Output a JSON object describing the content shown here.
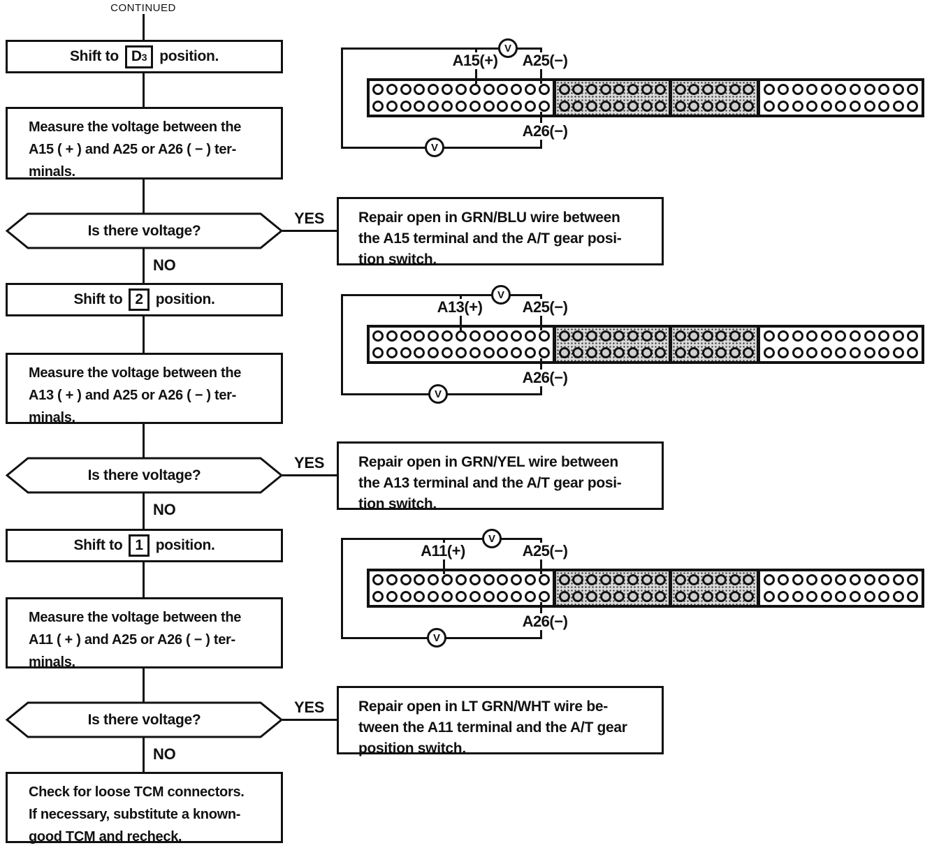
{
  "colors": {
    "ink": "#111111",
    "background": "#ffffff",
    "hatch_fill": "#d9d9d9"
  },
  "header": {
    "continued_label": "CONTINUED"
  },
  "steps": {
    "shift": [
      {
        "prefix": "Shift to",
        "gear_main": "D",
        "gear_sub": "3",
        "suffix": "position."
      },
      {
        "prefix": "Shift to",
        "gear_main": "2",
        "gear_sub": "",
        "suffix": "position."
      },
      {
        "prefix": "Shift to",
        "gear_main": "1",
        "gear_sub": "",
        "suffix": "position."
      }
    ],
    "measure": [
      {
        "lines": [
          "Measure the voltage between the",
          "A15 ( + ) and A25 or A26 ( − ) ter-",
          "minals."
        ]
      },
      {
        "lines": [
          "Measure the voltage between the",
          "A13 ( + ) and A25 or A26 ( − ) ter-",
          "minals."
        ]
      },
      {
        "lines": [
          "Measure the voltage between the",
          "A11 ( + ) and A25 or A26 ( − ) ter-",
          "minals."
        ]
      }
    ],
    "repair": [
      {
        "lines": [
          "Repair open in GRN/BLU wire between",
          "the A15 terminal and the A/T gear posi-",
          "tion switch."
        ]
      },
      {
        "lines": [
          "Repair open in GRN/YEL wire between",
          "the A13 terminal and the A/T gear posi-",
          "tion switch."
        ]
      },
      {
        "lines": [
          "Repair open in LT GRN/WHT wire be-",
          "tween the A11 terminal and the A/T gear",
          "position switch."
        ]
      }
    ],
    "final": {
      "lines": [
        "Check for loose TCM connectors.",
        "If necessary, substitute a known-",
        "good TCM and recheck."
      ]
    }
  },
  "decisions": [
    {
      "question": "Is there voltage?",
      "yes_label": "YES",
      "no_label": "NO"
    },
    {
      "question": "Is there voltage?",
      "yes_label": "YES",
      "no_label": "NO"
    },
    {
      "question": "Is there voltage?",
      "yes_label": "YES",
      "no_label": "NO"
    }
  ],
  "connectors": [
    {
      "plus_label": "A15(+)",
      "minus_top_label": "A25(−)",
      "minus_bottom_label": "A26(−)",
      "meter_label": "V"
    },
    {
      "plus_label": "A13(+)",
      "minus_top_label": "A25(−)",
      "minus_bottom_label": "A26(−)",
      "meter_label": "V"
    },
    {
      "plus_label": "A11(+)",
      "minus_top_label": "A25(−)",
      "minus_bottom_label": "A26(−)",
      "meter_label": "V"
    }
  ],
  "connector_layout": {
    "rows_per_segment": 2,
    "segments": [
      {
        "pins_per_row": 13,
        "hatched": false
      },
      {
        "pins_per_row": 8,
        "hatched": true
      },
      {
        "pins_per_row": 6,
        "hatched": true
      },
      {
        "pins_per_row": 11,
        "hatched": false
      }
    ]
  }
}
